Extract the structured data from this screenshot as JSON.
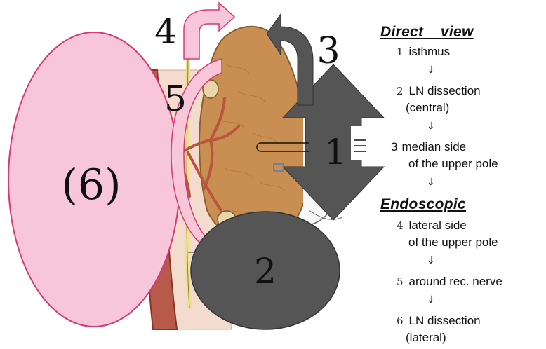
{
  "diagram": {
    "label_1": "1",
    "label_2": "2",
    "label_3": "3",
    "label_4": "4",
    "label_5": "5",
    "label_6": "(6)"
  },
  "panel": {
    "direct_title": "Direct    view",
    "endoscopic_title": "Endoscopic",
    "down_arrow": "⇓",
    "steps": [
      {
        "num": "1",
        "text": "isthmus"
      },
      {
        "num": "2",
        "text": "LN dissection",
        "text2": "(central)"
      },
      {
        "num": "3",
        "text": "median side",
        "text2": "of the upper pole"
      },
      {
        "num": "4",
        "text": "lateral side",
        "text2": "of the upper pole"
      },
      {
        "num": "5",
        "text": "around rec. nerve"
      },
      {
        "num": "6",
        "text": "LN dissection",
        "text2": "(lateral)"
      }
    ]
  },
  "colors": {
    "thyroid": "#c98f52",
    "gray_shape": "#555555",
    "pink_shape": "#f7c6d8",
    "pink_stroke": "#d33a78",
    "vessel": "#b8553b",
    "nerve": "#f2e79a"
  }
}
